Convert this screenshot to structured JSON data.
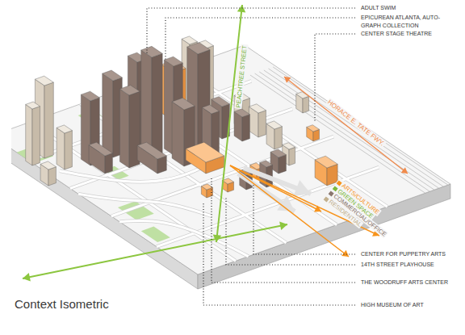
{
  "diagram": {
    "title": "Context Isometric",
    "labels": [
      "ADULT SWIM",
      "EPICUREAN ATLANTA, AUTO- GRAPH COLLECTION",
      "CENTER STAGE THEATRE",
      "PEACHTREE STREET",
      "HORACE E. TATE FWY.",
      "CENTER FOR PUPPETRY ARTS",
      "14TH STREET PLAYHOUSE",
      "THE WOODRUFF ARTS CENTER",
      "HIGH MUSEUM OF ART"
    ],
    "legend": [
      {
        "text": "ARTS/CULTURE",
        "color": "#f7941d"
      },
      {
        "text": "GREEN SPACE",
        "color": "#7cb83a"
      },
      {
        "text": "COMMERCIAL/OFFICE",
        "color": "#8b776e"
      },
      {
        "text": "RESIDENTIAL",
        "color": "#c2b08e"
      }
    ]
  }
}
